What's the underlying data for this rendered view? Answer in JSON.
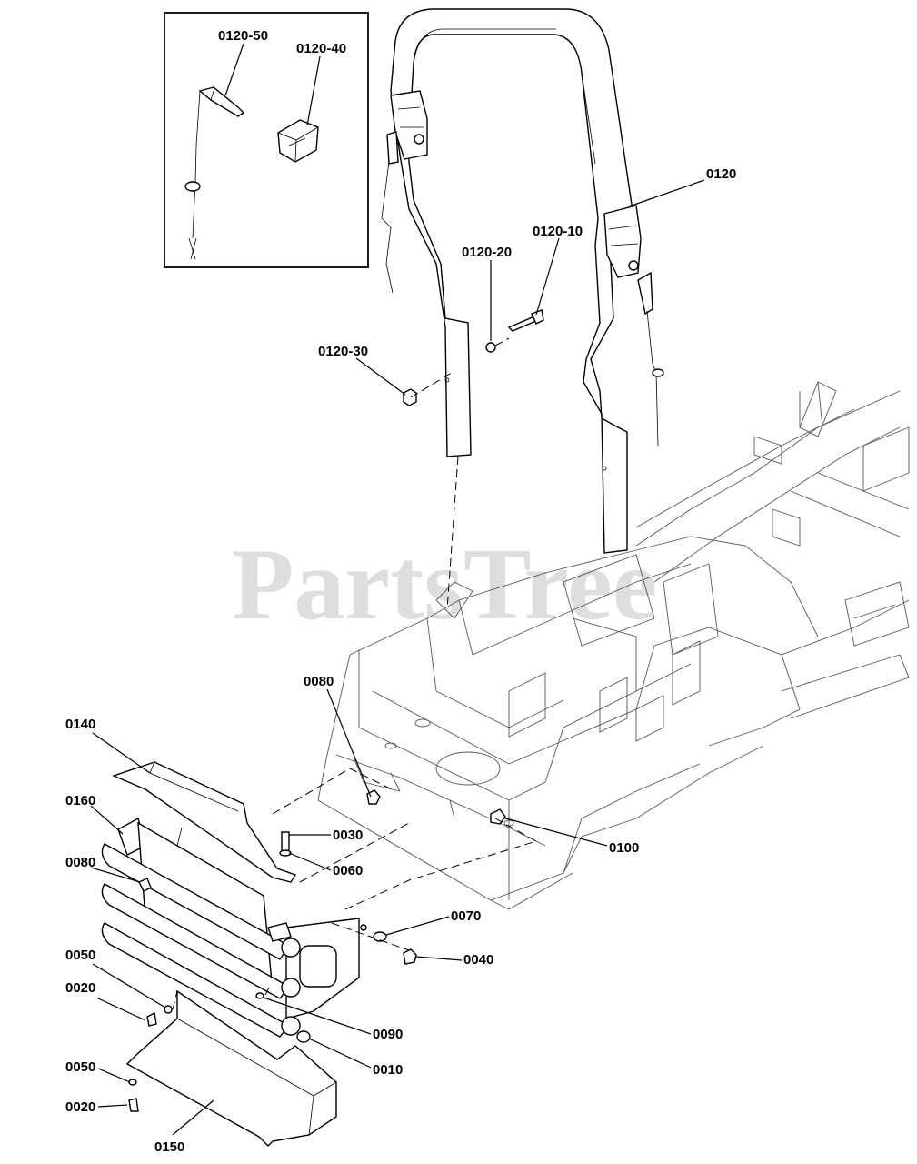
{
  "watermark": "PartsTree",
  "callouts": {
    "c0120_50": "0120-50",
    "c0120_40": "0120-40",
    "c0120": "0120",
    "c0120_10": "0120-10",
    "c0120_20": "0120-20",
    "c0120_30": "0120-30",
    "c0080a": "0080",
    "c0140": "0140",
    "c0160": "0160",
    "c0080b": "0080",
    "c0030": "0030",
    "c0060": "0060",
    "c0100": "0100",
    "c0070": "0070",
    "c0040": "0040",
    "c0050a": "0050",
    "c0020a": "0020",
    "c0090": "0090",
    "c0010": "0010",
    "c0050b": "0050",
    "c0020b": "0020",
    "c0150": "0150"
  }
}
